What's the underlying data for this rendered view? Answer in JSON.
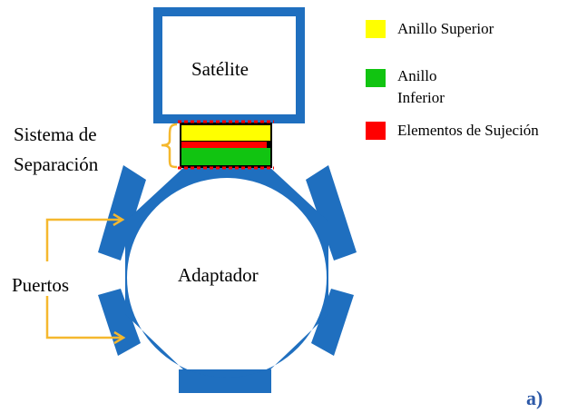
{
  "colors": {
    "structure": "#1F6FBF",
    "upper_ring": "#FFFF00",
    "lower_ring": "#11C411",
    "fasteners": "#FF0000",
    "arrows": "#F5B82E",
    "panel_tag": "#2E5AA8"
  },
  "diagram": {
    "satellite_label": "Satélite",
    "separation_label_line1": "Sistema de",
    "separation_label_line2": "Separación",
    "adapter_label": "Adaptador",
    "ports_label": "Puertos",
    "panel_tag": "a)"
  },
  "legend": [
    {
      "label_lines": [
        "Anillo Superior"
      ],
      "color": "#FFFF00",
      "icon": "yellow-square"
    },
    {
      "label_lines": [
        "Anillo",
        "Inferior"
      ],
      "color": "#11C411",
      "icon": "green-square"
    },
    {
      "label_lines": [
        "Elementos de Sujeción"
      ],
      "color": "#FF0000",
      "icon": "red-square"
    }
  ]
}
